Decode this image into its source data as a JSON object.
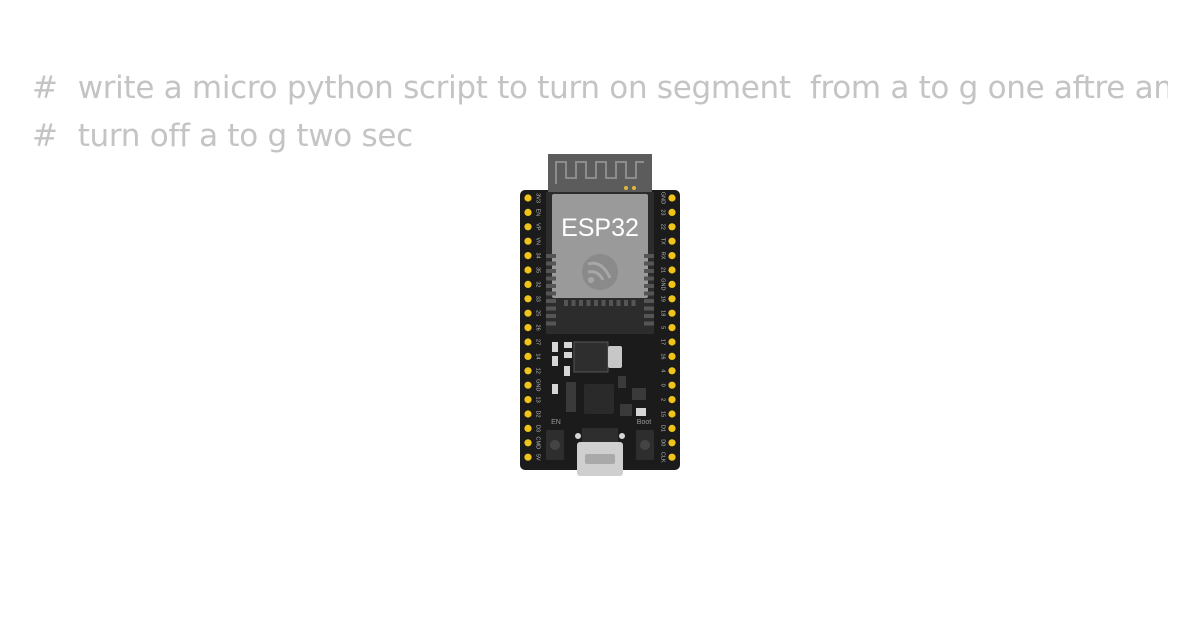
{
  "editor": {
    "comment_prefix": "#",
    "lines": [
      "write a micro python script to turn on segment  from a to g one aftre another",
      "turn off a to g two sec"
    ]
  },
  "board": {
    "chip_label": "ESP32",
    "left_pins": [
      "3V3",
      "EN",
      "VP",
      "VN",
      "34",
      "35",
      "32",
      "33",
      "25",
      "26",
      "27",
      "14",
      "12",
      "GND",
      "13",
      "D2",
      "D3",
      "CMD",
      "5V"
    ],
    "right_pins": [
      "GND",
      "23",
      "22",
      "TX",
      "RX",
      "21",
      "GND",
      "19",
      "18",
      "5",
      "17",
      "16",
      "4",
      "0",
      "2",
      "15",
      "D1",
      "D0",
      "CLK"
    ],
    "en_label": "EN",
    "boot_label": "Boot",
    "colors": {
      "pcb": "#1b1b1b",
      "pin": "#f0c419",
      "module": "#9a9a9a",
      "shield": "#6b6b6b",
      "text_code": "#c4c4c4"
    }
  }
}
